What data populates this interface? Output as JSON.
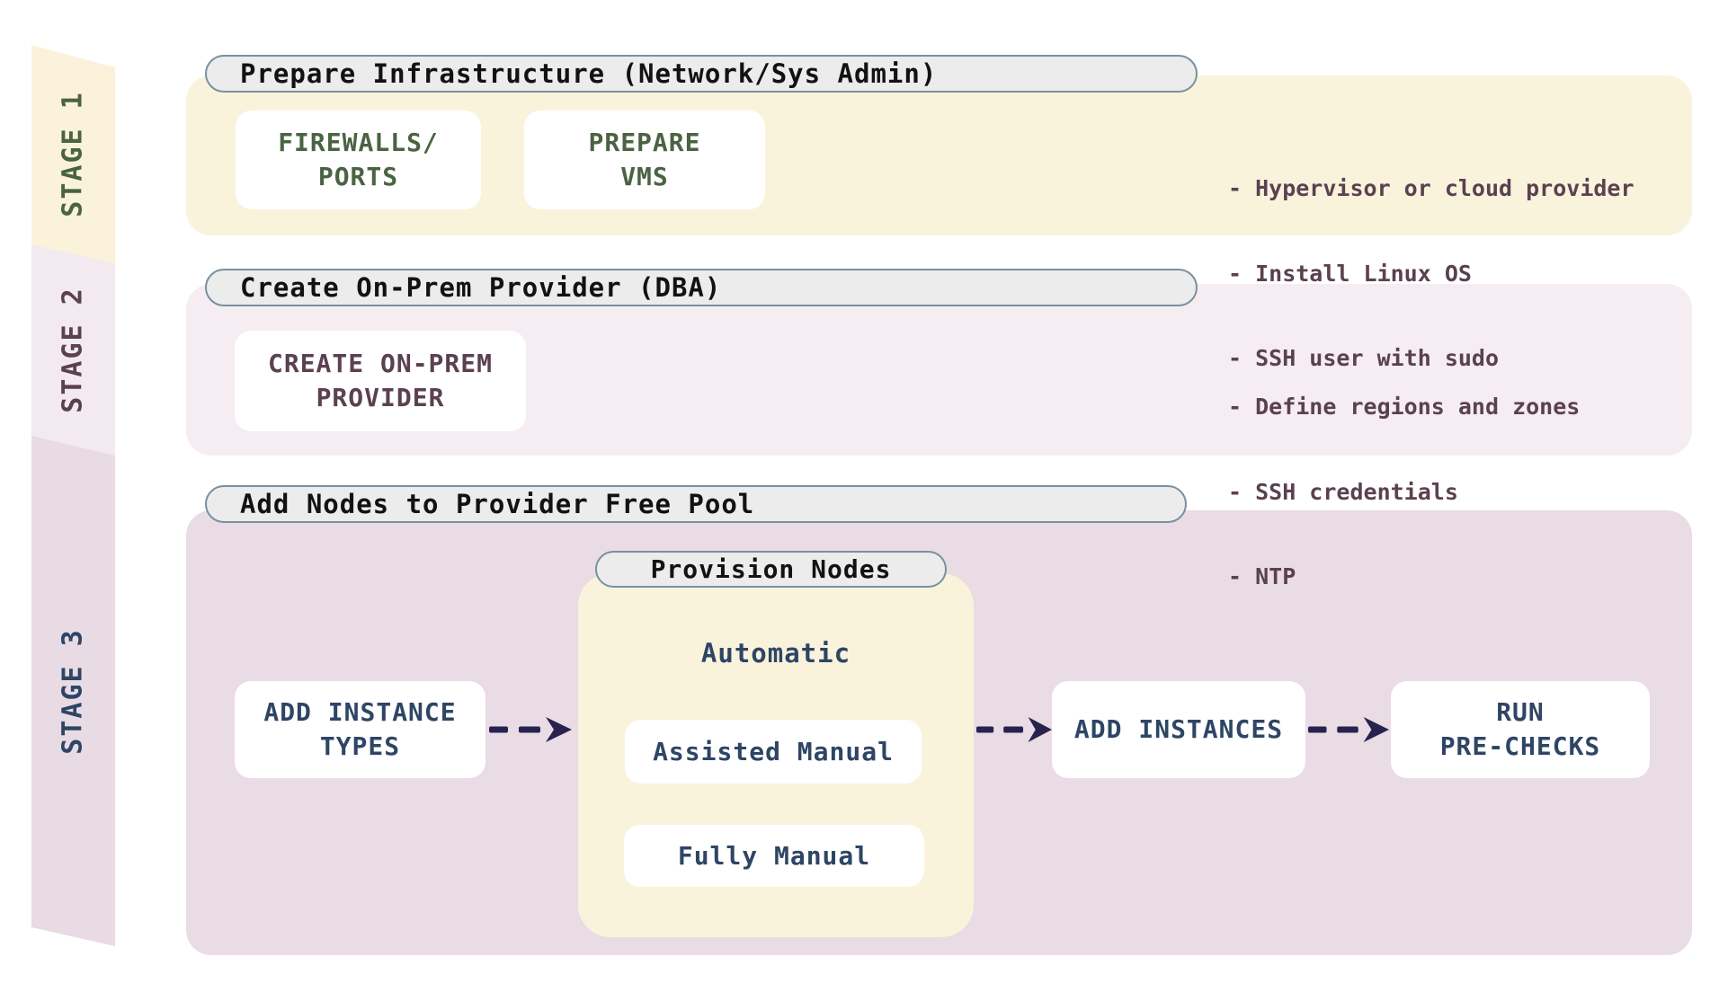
{
  "palette": {
    "stage1_fill": "#faf3dc",
    "stage2_fill": "#f5edf1",
    "stage3_fill": "#e9dce5",
    "pill_fill": "#ececec",
    "pill_border": "#7a909f",
    "green_text": "#4a6342",
    "plum_text": "#5b4150",
    "navy_text": "#2e4565",
    "arrow_color": "#28224f"
  },
  "stage1": {
    "ribbon_label": "STAGE 1",
    "header": "Prepare Infrastructure (Network/Sys Admin)",
    "boxes": {
      "firewalls": {
        "line1": "FIREWALLS/",
        "line2": "PORTS"
      },
      "prepare_vms": {
        "line1": "PREPARE",
        "line2": "VMS"
      }
    },
    "notes": [
      "- Hypervisor or cloud provider",
      "- Install Linux OS",
      "- SSH user with sudo"
    ]
  },
  "stage2": {
    "ribbon_label": "STAGE 2",
    "header": "Create On-Prem Provider (DBA)",
    "boxes": {
      "create_provider": {
        "line1": "CREATE ON-PREM",
        "line2": "PROVIDER"
      }
    },
    "notes": [
      "- Define regions and zones",
      "- SSH credentials",
      "- NTP"
    ]
  },
  "stage3": {
    "ribbon_label": "STAGE 3",
    "header": "Add Nodes to Provider Free Pool",
    "provision": {
      "title": "Provision Nodes",
      "options": [
        "Automatic",
        "Assisted Manual",
        "Fully Manual"
      ]
    },
    "boxes": {
      "add_instance_types": {
        "line1": "ADD INSTANCE",
        "line2": "TYPES"
      },
      "add_instances": {
        "line1": "ADD INSTANCES"
      },
      "run_prechecks": {
        "line1": "RUN",
        "line2": "PRE-CHECKS"
      }
    }
  }
}
